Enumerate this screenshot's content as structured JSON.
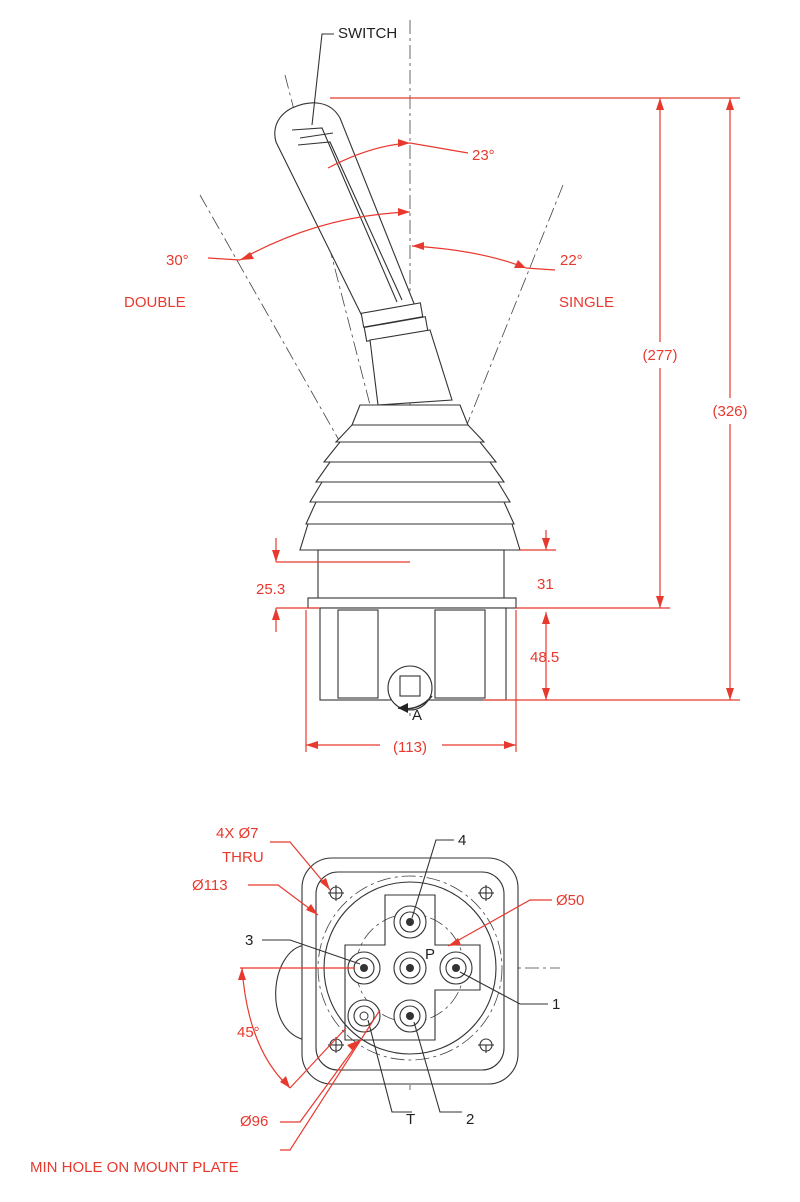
{
  "side_view": {
    "switch_label": "SWITCH",
    "angle_switch": "23°",
    "angle_double": "30°",
    "angle_single": "22°",
    "label_double": "DOUBLE",
    "label_single": "SINGLE",
    "dim_277": "(277)",
    "dim_326": "(326)",
    "dim_25_3": "25.3",
    "dim_31": "31",
    "dim_48_5": "48.5",
    "dim_113": "(113)",
    "view_a": "A"
  },
  "bottom_view": {
    "holes": "4X Ø7",
    "thru": "THRU",
    "bolt_circle": "Ø113",
    "dia_50": "Ø50",
    "dia_96": "Ø96",
    "angle_45": "45°",
    "port_4": "4",
    "port_3": "3",
    "port_1": "1",
    "port_2": "2",
    "port_t": "T",
    "port_p": "P",
    "min_hole": "MIN HOLE ON MOUNT PLATE"
  }
}
